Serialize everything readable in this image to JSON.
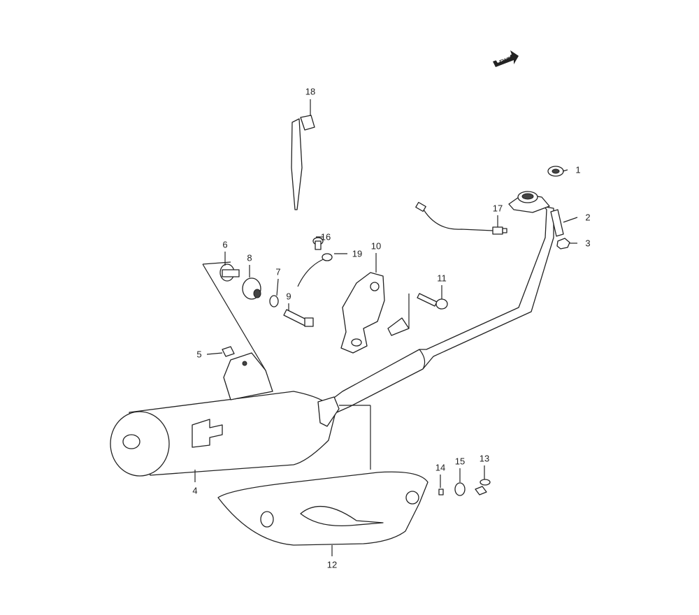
{
  "diagram": {
    "fwd_badge": "FWD",
    "callouts": [
      "1",
      "2",
      "3",
      "4",
      "5",
      "6",
      "7",
      "8",
      "9",
      "10",
      "11",
      "12",
      "13",
      "14",
      "15",
      "16",
      "17",
      "18",
      "19"
    ]
  }
}
